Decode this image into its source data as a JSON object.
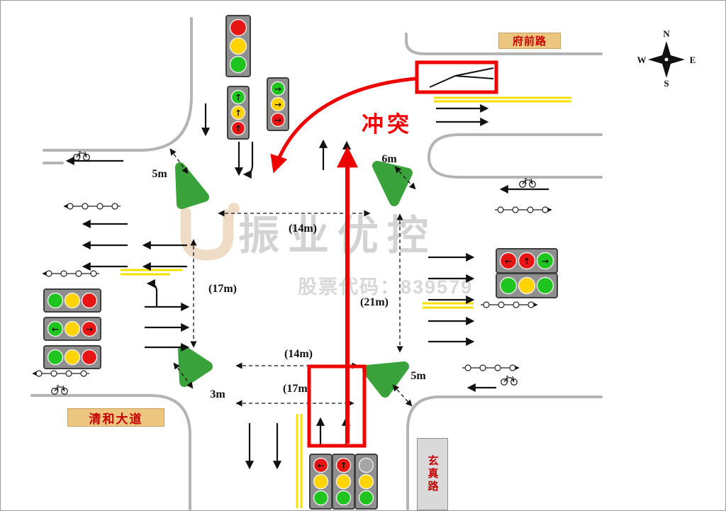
{
  "road_labels": {
    "top_right": "府前路",
    "bottom_left": "清和大道",
    "bottom_right": "玄真路"
  },
  "conflict_label": "冲突",
  "compass": {
    "north": "N",
    "south": "S",
    "east": "E",
    "west": "W"
  },
  "dimensions": {
    "nw_island_width": "5m",
    "ne_island_width": "6m",
    "sw_island_width": "3m",
    "se_island_width": "5m",
    "north_crosswalk_span": "(14m)",
    "west_approach_span": "(17m)",
    "east_approach_span": "(21m)",
    "south_inner_span": "(14m)",
    "south_outer_span": "(17m)"
  },
  "watermark": {
    "brand": "振业优控",
    "stock_code": "股票代码：839579"
  },
  "colors": {
    "road_gray": "#b4b4b4",
    "island_green": "#3aa23a",
    "lane_yellow": "#f6e000",
    "alert_red": "#ee0000",
    "label_bg": "#ecc67e",
    "label_text": "#c40000",
    "signal_body": "#8f8f8f",
    "signal_frame": "#3f3f3f",
    "signal_red": "#e81515",
    "signal_yellow": "#ffd400",
    "signal_green": "#1fc41f",
    "signal_gray": "#a5a5a5"
  },
  "signals": {
    "north_main": {
      "orientation": "v",
      "cell": 26,
      "lights": [
        {
          "c": "red",
          "a": ""
        },
        {
          "c": "yellow",
          "a": ""
        },
        {
          "c": "green",
          "a": ""
        }
      ]
    },
    "north_arrow_left": {
      "orientation": "v",
      "cell": 22,
      "lights": [
        {
          "c": "green",
          "a": "↑"
        },
        {
          "c": "yellow",
          "a": "↑"
        },
        {
          "c": "red",
          "a": "↑"
        }
      ]
    },
    "north_arrow_right": {
      "orientation": "v",
      "cell": 22,
      "lights": [
        {
          "c": "green",
          "a": "→"
        },
        {
          "c": "yellow",
          "a": "→"
        },
        {
          "c": "red",
          "a": "→"
        }
      ]
    },
    "west_upper": {
      "orientation": "h",
      "cell": 24,
      "lights": [
        {
          "c": "green",
          "a": ""
        },
        {
          "c": "yellow",
          "a": ""
        },
        {
          "c": "red",
          "a": ""
        }
      ]
    },
    "west_middle": {
      "orientation": "h",
      "cell": 24,
      "lights": [
        {
          "c": "green",
          "a": "←"
        },
        {
          "c": "yellow",
          "a": ""
        },
        {
          "c": "red",
          "a": "→"
        }
      ]
    },
    "west_lower": {
      "orientation": "h",
      "cell": 24,
      "lights": [
        {
          "c": "green",
          "a": ""
        },
        {
          "c": "yellow",
          "a": ""
        },
        {
          "c": "red",
          "a": ""
        }
      ]
    },
    "east_upper": {
      "orientation": "h",
      "cell": 26,
      "lights": [
        {
          "c": "red",
          "a": "←"
        },
        {
          "c": "red",
          "a": "↑"
        },
        {
          "c": "green",
          "a": "→"
        }
      ]
    },
    "east_lower": {
      "orientation": "h",
      "cell": 26,
      "lights": [
        {
          "c": "green",
          "a": ""
        },
        {
          "c": "yellow",
          "a": ""
        },
        {
          "c": "green",
          "a": ""
        }
      ]
    },
    "south_left": {
      "orientation": "v",
      "cell": 23,
      "lights": [
        {
          "c": "red",
          "a": "←"
        },
        {
          "c": "yellow",
          "a": ""
        },
        {
          "c": "green",
          "a": ""
        }
      ]
    },
    "south_center": {
      "orientation": "v",
      "cell": 23,
      "lights": [
        {
          "c": "red",
          "a": "↑"
        },
        {
          "c": "yellow",
          "a": ""
        },
        {
          "c": "green",
          "a": ""
        }
      ]
    },
    "south_right": {
      "orientation": "v",
      "cell": 23,
      "lights": [
        {
          "c": "gray",
          "a": ""
        },
        {
          "c": "yellow",
          "a": ""
        },
        {
          "c": "green",
          "a": ""
        }
      ]
    }
  }
}
